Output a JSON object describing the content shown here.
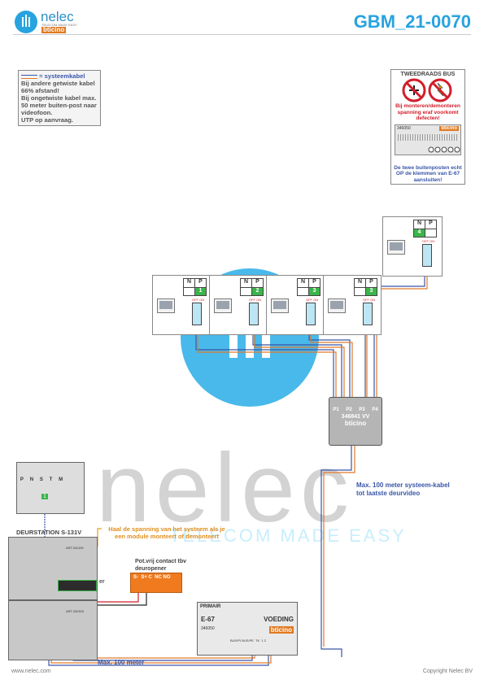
{
  "header": {
    "brand": "nelec",
    "brand_tagline": "TELECOM MADE EASY",
    "partner": "bticino",
    "doc_id": "GBM_21-0070"
  },
  "note": {
    "cable_label": "= systeemkabel",
    "lines": [
      "Bij andere getwiste kabel 66% afstand!",
      "Bij ongetwiste kabel max. 50 meter buiten-post naar videofoon.",
      "UTP op aanvraag."
    ]
  },
  "bus_box": {
    "title": "TWEEDRAADS BUS",
    "warning": "Bij monteren/demonteren spanning eraf voorkomt defecten!",
    "module_code": "346050",
    "module_brand": "bticino",
    "terminal_labels": [
      "BUS/PI",
      "BUS/PE",
      "TK",
      "1",
      "2"
    ],
    "bottom_note": "De twee buitenposten echt OP de klemmen van E-67 aansluiten!"
  },
  "monitors": [
    {
      "n_label": "N",
      "p_label": "P",
      "p_value": "1",
      "off_on": "OFF ON"
    },
    {
      "n_label": "N",
      "p_label": "P",
      "p_value": "2",
      "off_on": "OFF ON"
    },
    {
      "n_label": "N",
      "p_label": "P",
      "p_value": "3",
      "off_on": "OFF ON"
    },
    {
      "n_label": "N",
      "p_label": "P",
      "p_value": "3",
      "off_on": "OFF ON"
    },
    {
      "n_label": "N",
      "p_label": "P",
      "p_value": "4",
      "off_on": "OFF ON"
    }
  ],
  "distributor": {
    "ports": [
      "P1",
      "P2",
      "P3",
      "P4"
    ],
    "code": "346841",
    "type": "VV",
    "brand": "bticino"
  },
  "labels": {
    "max_100_system": "Max. 100 meter systeem-kabel tot laatste deurvideo",
    "doorstation": "DEURSTATION S-131V",
    "power_note": "Haal de spanning van het systeem als je een module monteert of demonteert",
    "relay_title": "Pot.vrij contact tbv deuropener",
    "relay_terminals": "S-  S+ C  NC NO",
    "max_100": "Max. 100 meter",
    "er": "er",
    "panel_terminals": [
      "P",
      "N",
      "S",
      "T",
      "M"
    ],
    "panel_value": "1",
    "module_code_top": "ART.331100",
    "module_code_bottom": "ART.332300"
  },
  "power": {
    "primary": "PRIMAIR",
    "name": "E-67",
    "function": "VOEDING",
    "code": "346050",
    "brand": "bticino",
    "terminals": "BUS/PI BUS/PE  TK  1 2"
  },
  "footer": {
    "left": "www.nelec.com",
    "right": "Copyright Nelec BV"
  },
  "colors": {
    "accent_blue": "#27a3e0",
    "cable_blue": "#3a56a8",
    "cable_orange": "#e07a2a",
    "warning_red": "#d31d2a",
    "relay_orange": "#f07a1e",
    "dip_green": "#3bb54a"
  }
}
